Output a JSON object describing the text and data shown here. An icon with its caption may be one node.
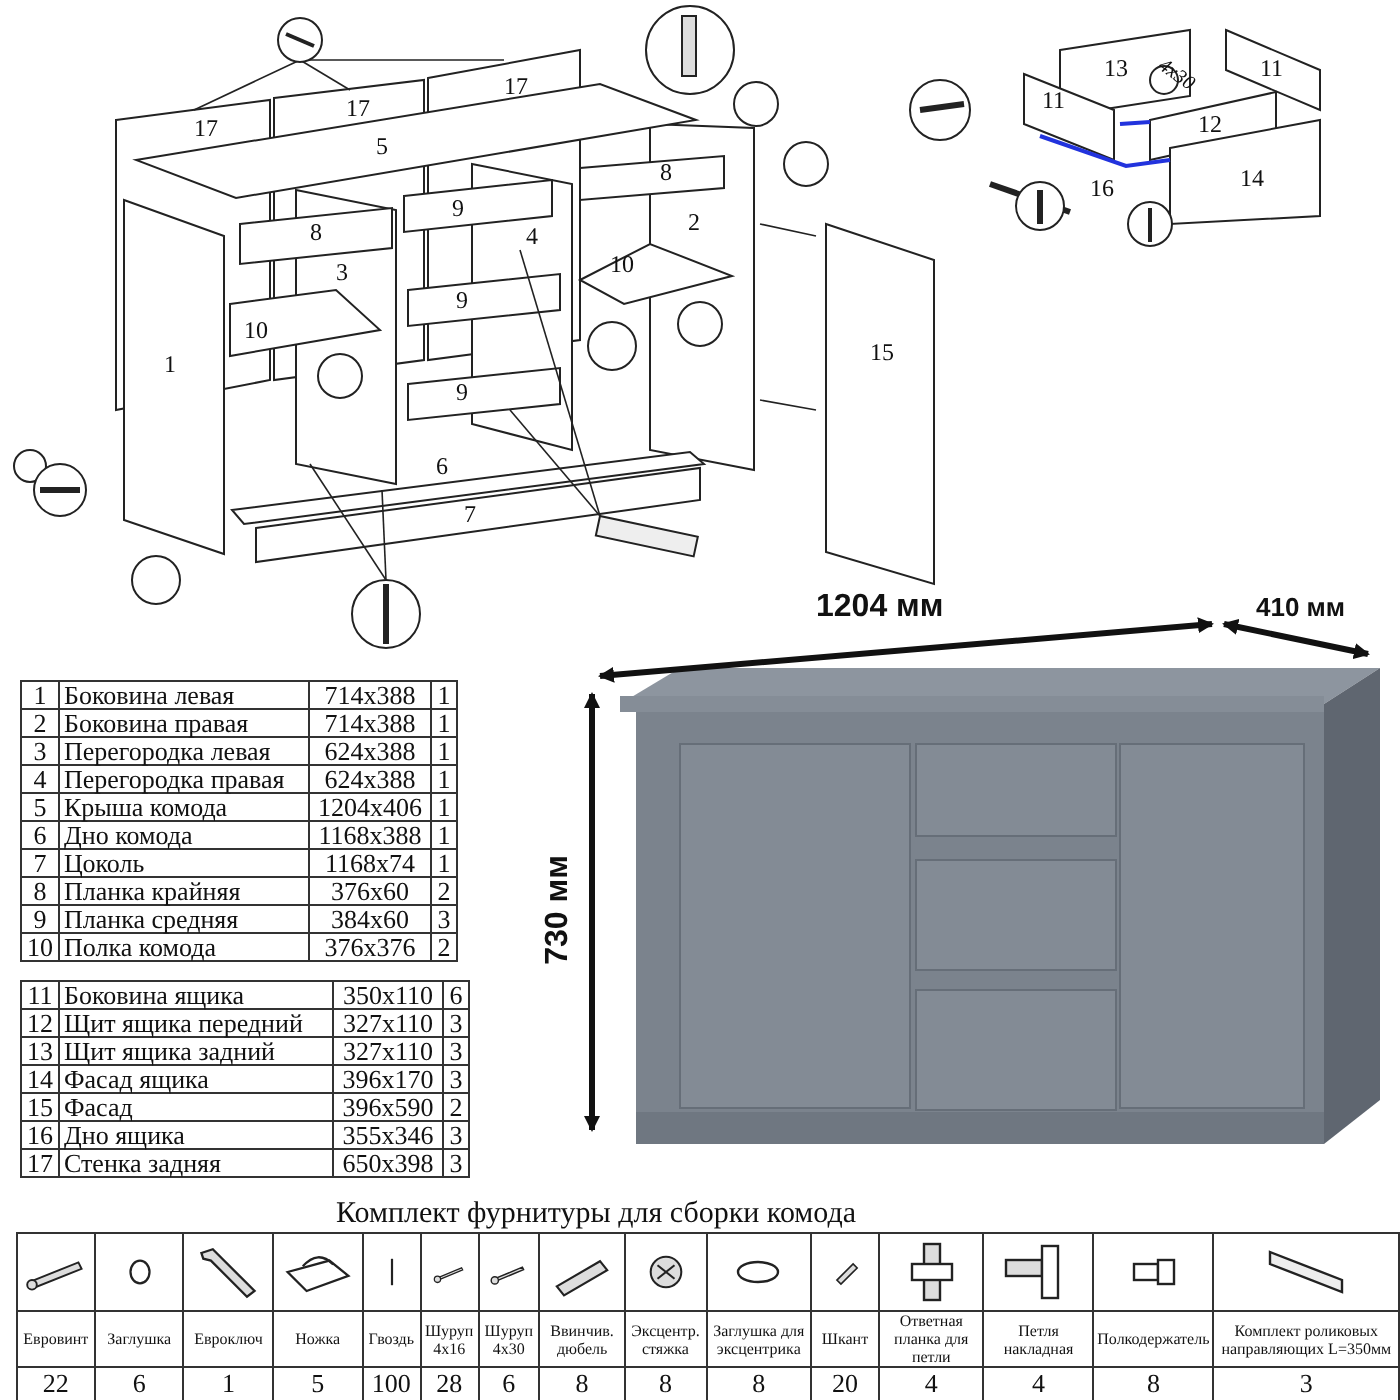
{
  "diagram": {
    "labels": [
      "17",
      "17",
      "17",
      "5",
      "8",
      "9",
      "8",
      "3",
      "4",
      "2",
      "10",
      "10",
      "9",
      "1",
      "9",
      "15",
      "6",
      "7",
      "13",
      "11",
      "4x30",
      "11",
      "12",
      "16",
      "14",
      "1204 мм",
      "410 мм",
      "730 мм",
      "1",
      "Боковина левая",
      "714x388",
      "1",
      "2",
      "Боковина правая",
      "714x388",
      "1",
      "3",
      "Перегородка левая",
      "624x388",
      "1",
      "4",
      "Перегородка правая",
      "624x388",
      "1",
      "5",
      "Крыша комода",
      "1204x406",
      "1",
      "6",
      "Дно комода",
      "1168x388",
      "1",
      "7",
      "Цоколь",
      "1168x74",
      "1",
      "8",
      "Планка крайняя",
      "376x60",
      "2",
      "9",
      "Планка средняя",
      "384x60",
      "3",
      "10",
      "Полка комода",
      "376x376",
      "2",
      "11",
      "Боковина ящика",
      "350x110",
      "6",
      "12",
      "Щит ящика передний",
      "327x110",
      "3",
      "13",
      "Щит ящика задний",
      "327x110",
      "3",
      "14",
      "Фасад ящика",
      "396x170",
      "3",
      "15",
      "Фасад",
      "396x590",
      "2",
      "16",
      "Дно ящика",
      "355x346",
      "3",
      "17",
      "Стенка задняя",
      "650x398",
      "3",
      "Комплект фурнитуры для сборки комода",
      "Евровинт",
      "Заглушка",
      "Евроключ",
      "Ножка",
      "Гвоздь",
      "Шуруп 4x16",
      "Шуруп 4x30",
      "Ввинчив. дюбель",
      "Эксцентр. стяжка",
      "Заглушка для эксцентрика",
      "Шкант",
      "Ответная планка для петли",
      "Петля накладная",
      "Полкодержатель",
      "Комплект роликовых направляющих L=350мм",
      "22",
      "6",
      "1",
      "5",
      "100",
      "28",
      "6",
      "8",
      "8",
      "8",
      "20",
      "4",
      "4",
      "8",
      "3"
    ]
  }
}
